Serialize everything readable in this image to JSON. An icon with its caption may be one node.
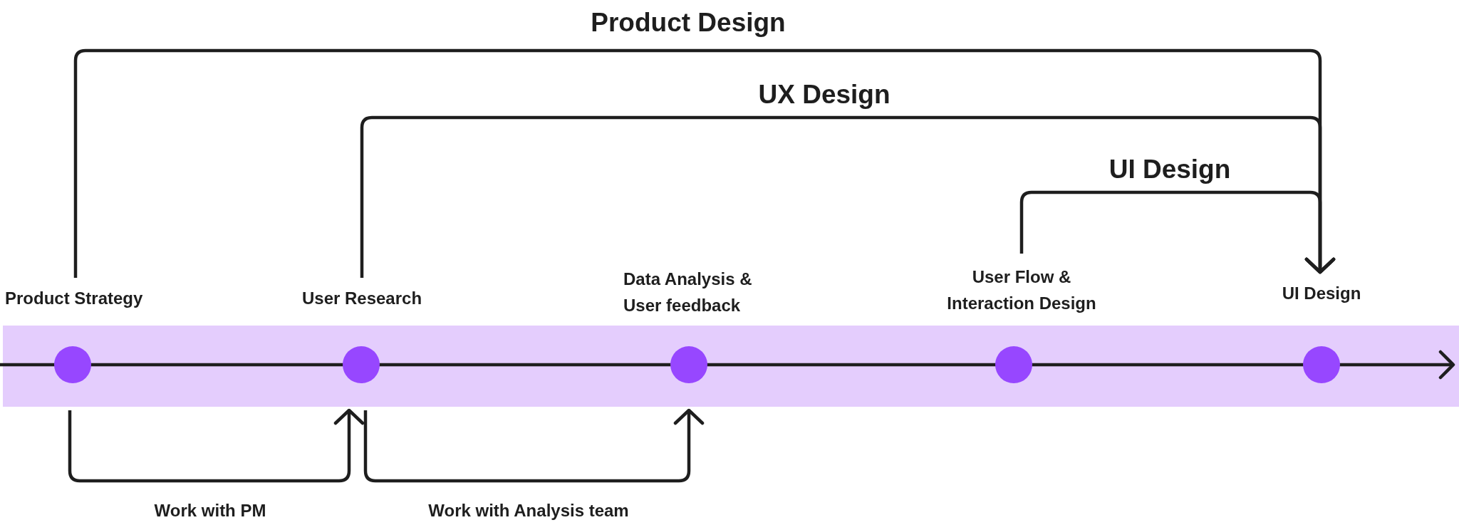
{
  "diagram": {
    "nodes": [
      {
        "text": [
          "Product Strategy"
        ]
      },
      {
        "text": [
          "User Research"
        ]
      },
      {
        "text": [
          "Data Analysis & User feedback"
        ]
      },
      {
        "text": [
          "User Flow & Interaction Design"
        ]
      },
      {
        "text": [
          "UI Design"
        ]
      }
    ],
    "edges": [
      {
        "from": 0,
        "to": 4,
        "arrow": "to",
        "label": "Product Design"
      },
      {
        "from": 1,
        "to": 4,
        "arrow": "to",
        "label": "UX Design"
      },
      {
        "from": 3,
        "to": 4,
        "arrow": "to",
        "label": "UI Design"
      },
      {
        "from": 0,
        "to": 1,
        "arrow": "to",
        "label": "Work with PM"
      },
      {
        "from": 1,
        "to": 2,
        "arrow": "to",
        "label": "Work with Analysis team"
      }
    ]
  }
}
